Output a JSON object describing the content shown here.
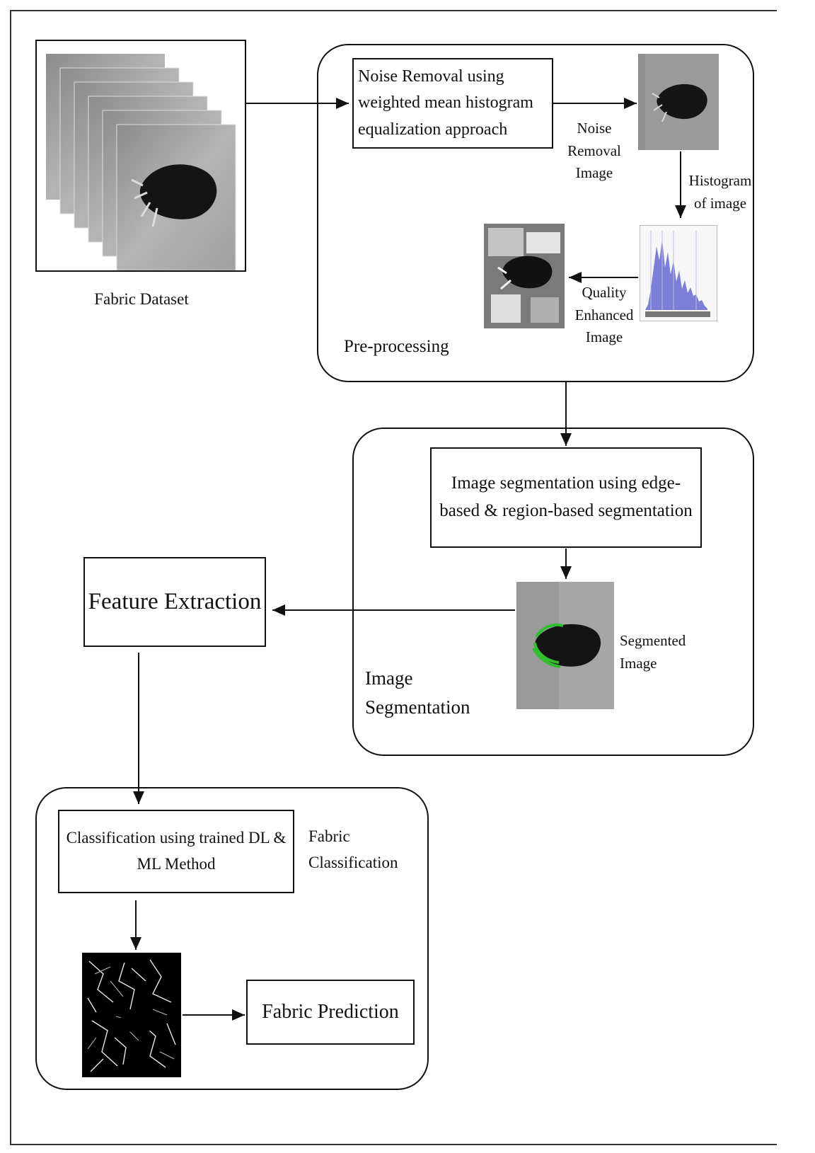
{
  "dataset": {
    "label": "Fabric Dataset"
  },
  "preprocessing": {
    "stage_label": "Pre-processing",
    "step_box": "Noise Removal using weighted mean histogram equalization approach",
    "noise_removal_image_label": "Noise Removal Image",
    "histogram_label": "Histogram of image",
    "quality_enhanced_label": "Quality Enhanced Image"
  },
  "segmentation": {
    "stage_label": "Image Segmentation",
    "step_box": "Image segmentation using edge-based & region-based segmentation",
    "segmented_label": "Segmented Image"
  },
  "feature_extraction": {
    "label": "Feature Extraction"
  },
  "classification": {
    "stage_label": "Fabric Classification",
    "step_box": "Classification using trained DL & ML Method",
    "prediction_box": "Fabric Prediction"
  },
  "colors": {
    "histogram_bars": "#7b7fd8",
    "segment_outline": "#2fbf2f",
    "stroke": "#111111"
  }
}
